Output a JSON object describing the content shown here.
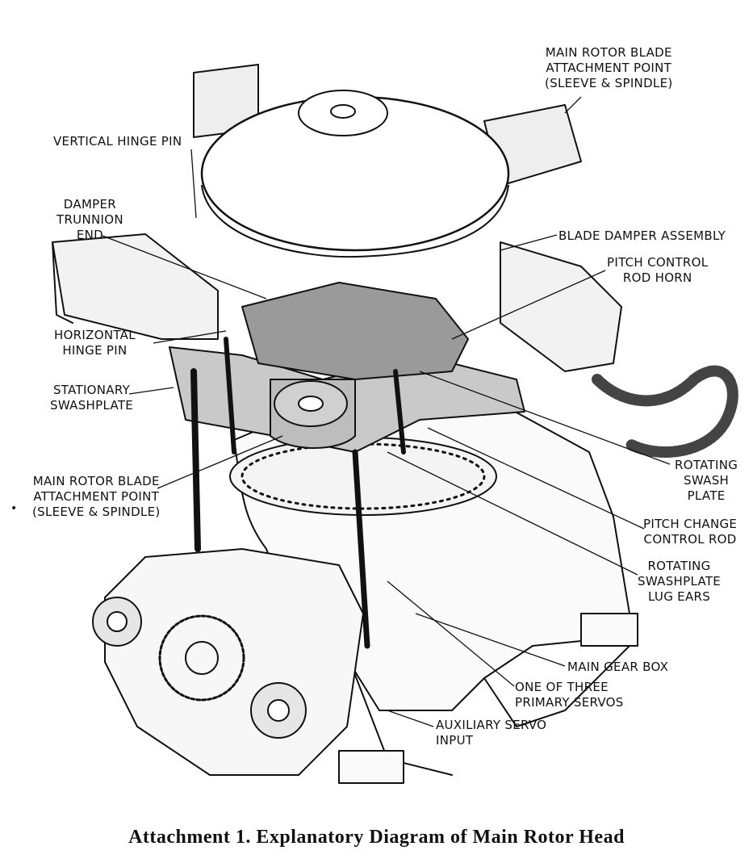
{
  "labels": {
    "main_rotor_attach_top": [
      "MAIN ROTOR BLADE",
      "ATTACHMENT POINT",
      "(SLEEVE & SPINDLE)"
    ],
    "vertical_hinge_pin": [
      "VERTICAL HINGE PIN"
    ],
    "damper_trunnion_end": [
      "DAMPER",
      "TRUNNION",
      "END"
    ],
    "blade_damper_assembly": [
      "BLADE DAMPER ASSEMBLY"
    ],
    "pitch_control_rod_horn": [
      "PITCH CONTROL",
      "ROD HORN"
    ],
    "horizontal_hinge_pin": [
      "HORIZONTAL",
      "HINGE PIN"
    ],
    "stationary_swashplate": [
      "STATIONARY",
      "SWASHPLATE"
    ],
    "rotating_swash_plate": [
      "ROTATING",
      "SWASH",
      "PLATE"
    ],
    "main_rotor_attach_left": [
      "MAIN ROTOR BLADE",
      "ATTACHMENT POINT",
      "(SLEEVE & SPINDLE)"
    ],
    "pitch_change_control_rod": [
      "PITCH CHANGE",
      "CONTROL ROD"
    ],
    "rotating_swashplate_lug_ears": [
      "ROTATING",
      "SWASHPLATE",
      "LUG EARS"
    ],
    "main_gear_box": [
      "MAIN GEAR BOX"
    ],
    "one_of_three_primary_servos": [
      "ONE OF THREE",
      "PRIMARY SERVOS"
    ],
    "auxiliary_servo_input": [
      "AUXILIARY SERVO",
      "INPUT"
    ]
  },
  "bullet": "•",
  "caption": "Attachment 1. Explanatory Diagram of Main Rotor Head"
}
